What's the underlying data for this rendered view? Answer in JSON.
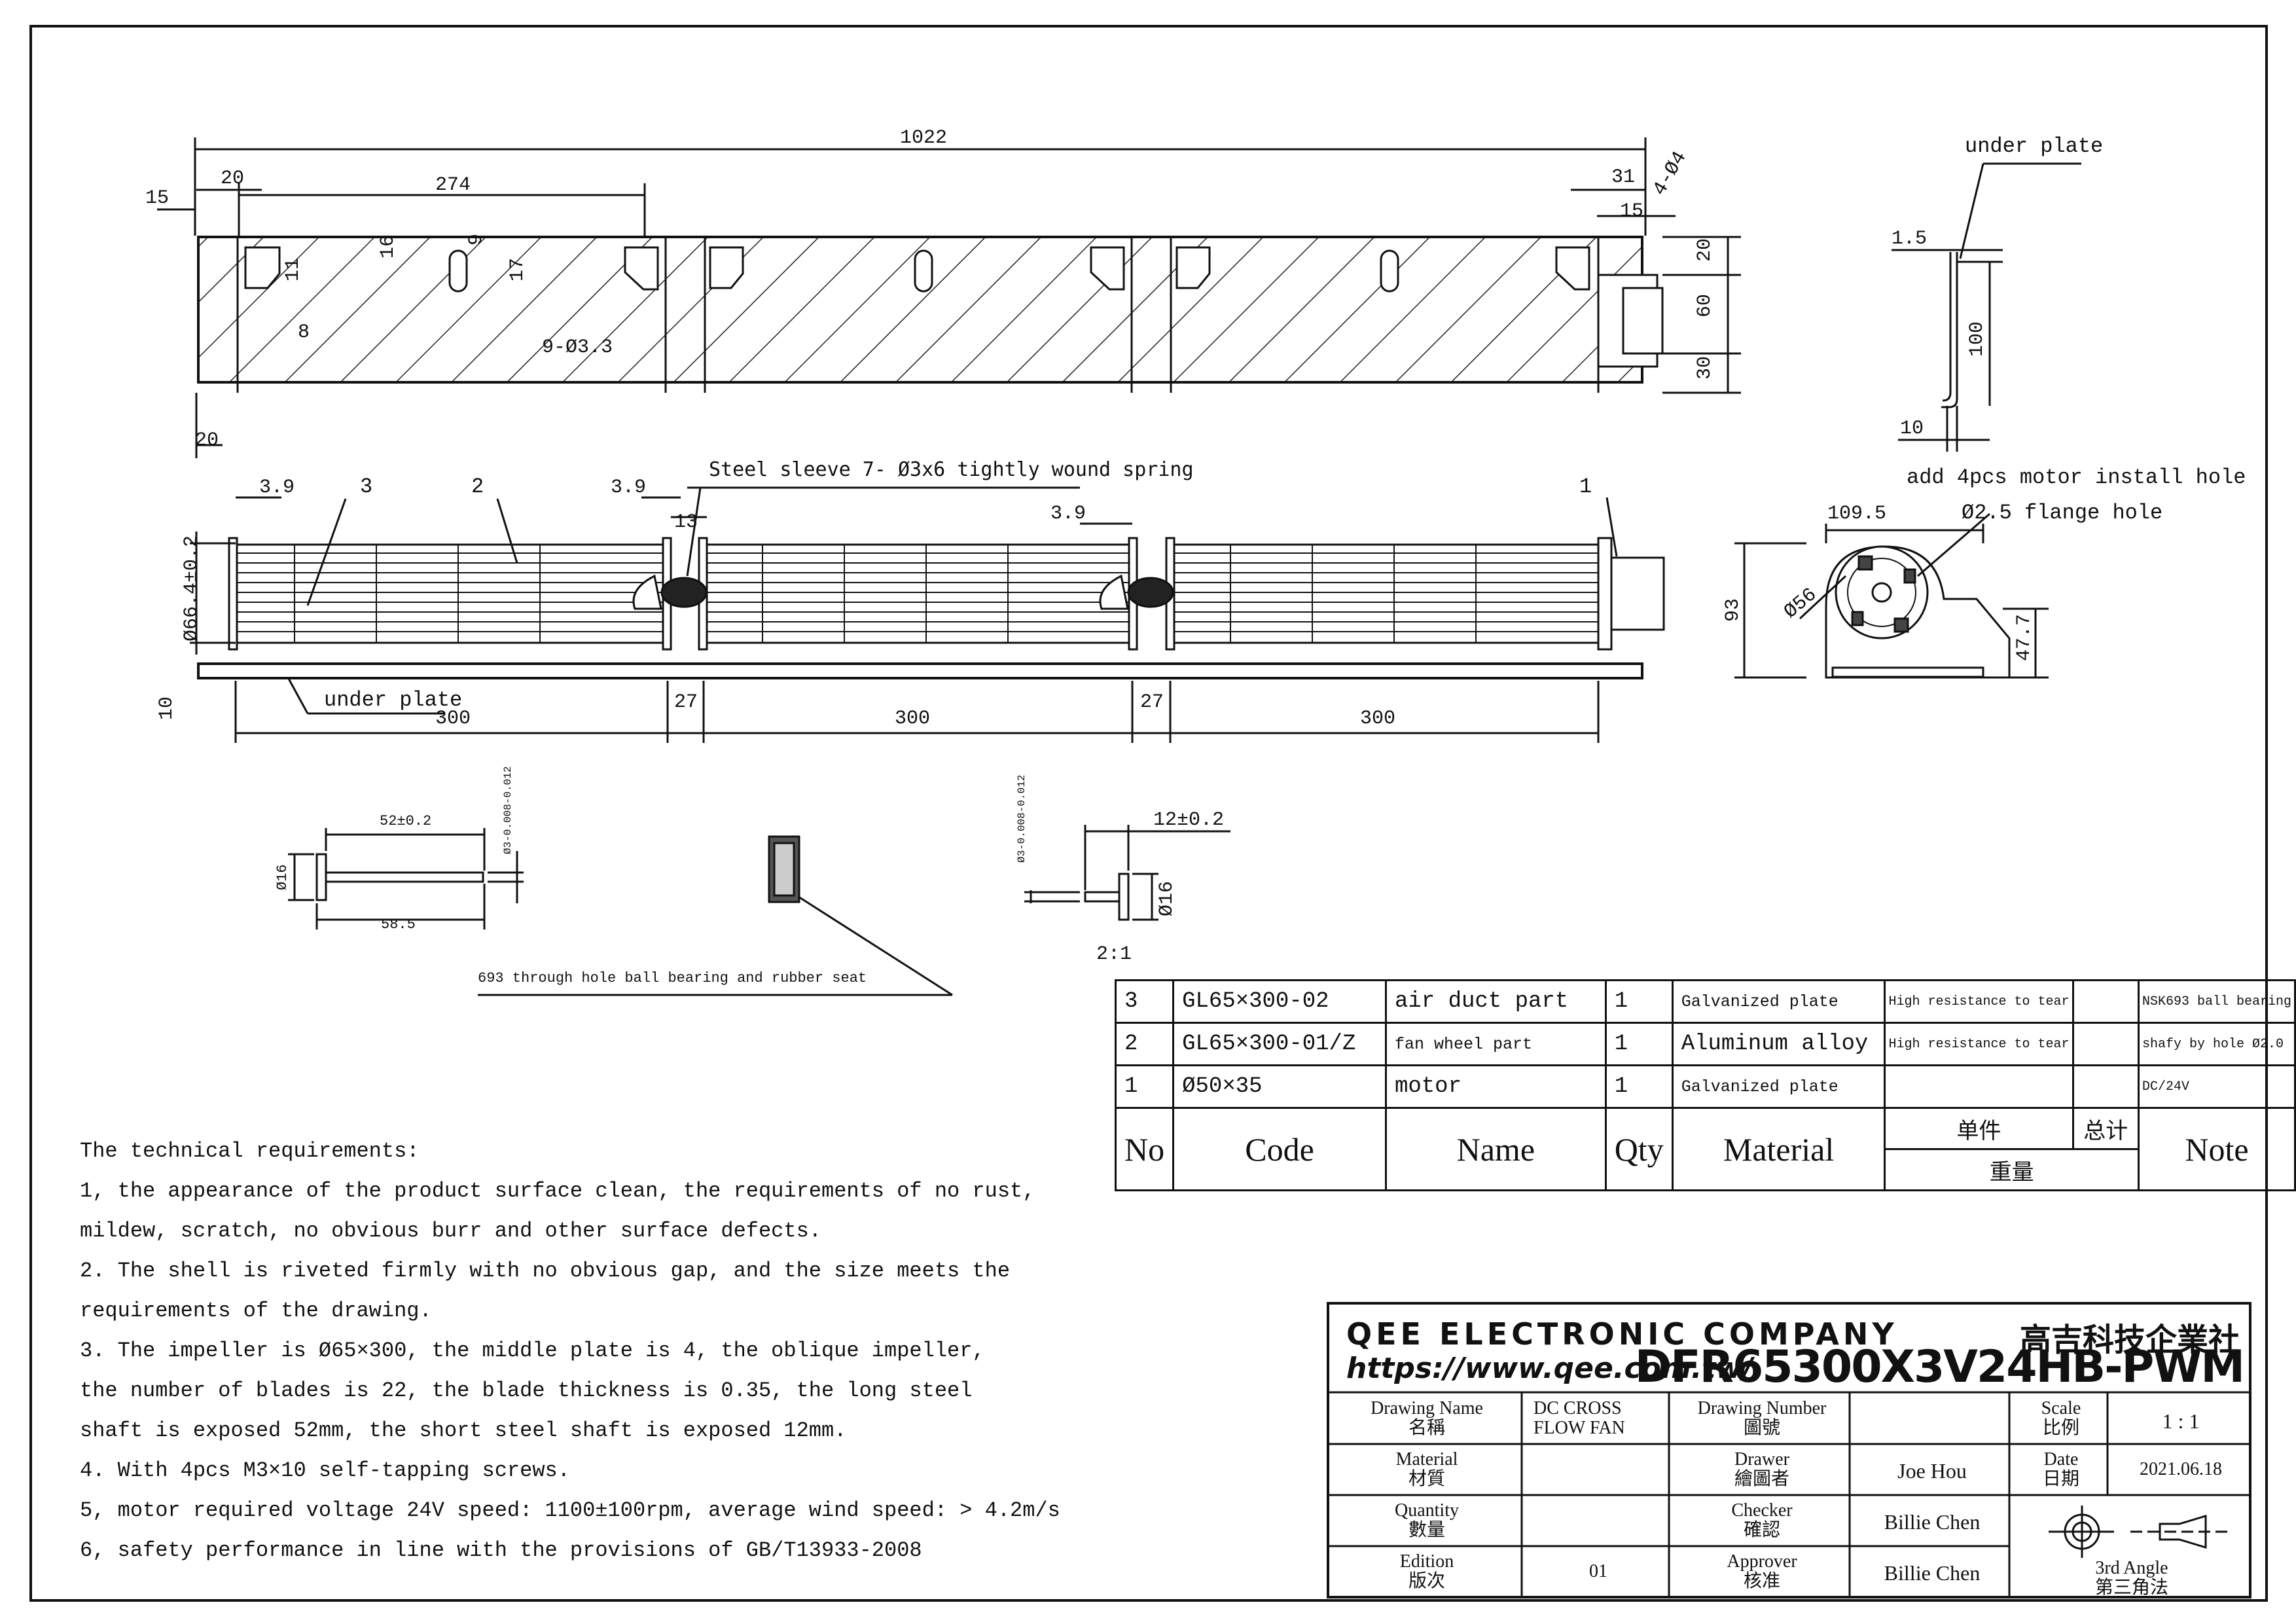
{
  "dimensions": {
    "overall_length": "1022",
    "left_offset_15": "15",
    "left_offset_20": "20",
    "spacing_274": "274",
    "right_31": "31",
    "right_15": "15",
    "holes_4": "4-Ø4",
    "slot_16": "16",
    "slot_9": "9",
    "slot_17": "17",
    "slot_11": "11",
    "slot_8": "8",
    "holes_9": "9-Ø3.3",
    "bottom_20": "20",
    "right_h20": "20",
    "right_h60": "60",
    "right_h30": "30",
    "pitch_3_9_a": "3.9",
    "pitch_3_9_b": "3.9",
    "pitch_3_9_c": "3.9",
    "gap_13": "13",
    "dia_66": "Ø66.4±0.2",
    "plate_10": "10",
    "seg_300_a": "300",
    "seg_300_b": "300",
    "seg_300_c": "300",
    "gap_27_a": "27",
    "gap_27_b": "27",
    "side_1_5": "1.5",
    "side_100": "100",
    "side_10": "10",
    "motor_109": "109.5",
    "motor_56": "Ø56",
    "motor_93": "93",
    "motor_47": "47.7",
    "shaft_52": "52±0.2",
    "shaft_58": "58.5",
    "shaft_16": "Ø16",
    "shaft_tol": "Ø3-0.008-0.012",
    "short_12": "12±0.2",
    "short_16": "Ø16",
    "short_tol": "Ø3-0.008-0.012",
    "scale_2_1": "2:1"
  },
  "labels": {
    "under_plate_top": "under plate",
    "under_plate_bottom": "under plate",
    "steel_sleeve": "Steel sleeve 7- Ø3x6 tightly wound spring",
    "motor_holes": "add 4pcs motor install hole",
    "flange_hole": "Ø2.5 flange hole",
    "bearing_note": "693 through hole ball bearing and rubber seat",
    "callout_1": "1",
    "callout_2": "2",
    "callout_3": "3"
  },
  "requirements": [
    "The technical requirements:",
    "1, the appearance of the product surface clean, the requirements of no rust,",
    " mildew, scratch, no obvious burr and other surface defects.",
    "2. The shell is riveted firmly with no obvious gap, and the size meets the",
    "requirements of the drawing.",
    "3. The impeller is Ø65×300, the middle plate is 4, the oblique impeller,",
    "the number of blades is 22, the blade thickness is 0.35, the long steel",
    "shaft is exposed 52mm, the short steel shaft is exposed 12mm.",
    "4. With 4pcs M3×10 self-tapping screws.",
    "5, motor required voltage 24V speed: 1100±100rpm, average wind speed: > 4.2m/s",
    "6, safety performance in line with the provisions of GB/T13933-2008"
  ],
  "parts_list": {
    "rows": [
      {
        "no": "3",
        "code": "GL65×300-02",
        "name": "air duct part",
        "qty": "1",
        "material": "Galvanized plate",
        "unit": "High resistance to tear",
        "total": "",
        "note": "NSK693 ball bearing"
      },
      {
        "no": "2",
        "code": "GL65×300-01/Z",
        "name": "fan wheel part",
        "qty": "1",
        "material": "Aluminum alloy",
        "unit": "High resistance to tear",
        "total": "",
        "note": "shafy by hole Ø2.0"
      },
      {
        "no": "1",
        "code": "Ø50×35",
        "name": "motor",
        "qty": "1",
        "material": "Galvanized plate",
        "unit": "",
        "total": "",
        "note": "DC/24V"
      }
    ],
    "header": {
      "no": "No",
      "code": "Code",
      "name": "Name",
      "qty": "Qty",
      "material": "Material",
      "unit": "单件",
      "total": "总计",
      "weight": "重量",
      "note": "Note"
    }
  },
  "title_block": {
    "company": "QEE ELECTRONIC COMPANY",
    "company_cn": "高吉科技企業社",
    "url": "https://www.qee.com.tw/",
    "drawing_no_big": "DFR65300X3V24HB-PWM",
    "drawing_name_label": "Drawing Name",
    "drawing_name_label_cn": "名稱",
    "drawing_name_val_1": "DC CROSS",
    "drawing_name_val_2": "FLOW FAN",
    "drawing_number_label": "Drawing Number",
    "drawing_number_label_cn": "圖號",
    "scale_label": "Scale",
    "scale_label_cn": "比例",
    "scale_val": "1 : 1",
    "material_label": "Material",
    "material_label_cn": "材質",
    "drawer_label": "Drawer",
    "drawer_label_cn": "繪圖者",
    "drawer_val": "Joe Hou",
    "date_label": "Date",
    "date_label_cn": "日期",
    "date_val": "2021.06.18",
    "quantity_label": "Quantity",
    "quantity_label_cn": "數量",
    "checker_label": "Checker",
    "checker_label_cn": "確認",
    "checker_val": "Billie Chen",
    "edition_label": "Edition",
    "edition_label_cn": "版次",
    "edition_val": "01",
    "approver_label": "Approver",
    "approver_label_cn": "核准",
    "approver_val": "Billie Chen",
    "angle_label": "3rd Angle",
    "angle_label_cn": "第三角法"
  }
}
